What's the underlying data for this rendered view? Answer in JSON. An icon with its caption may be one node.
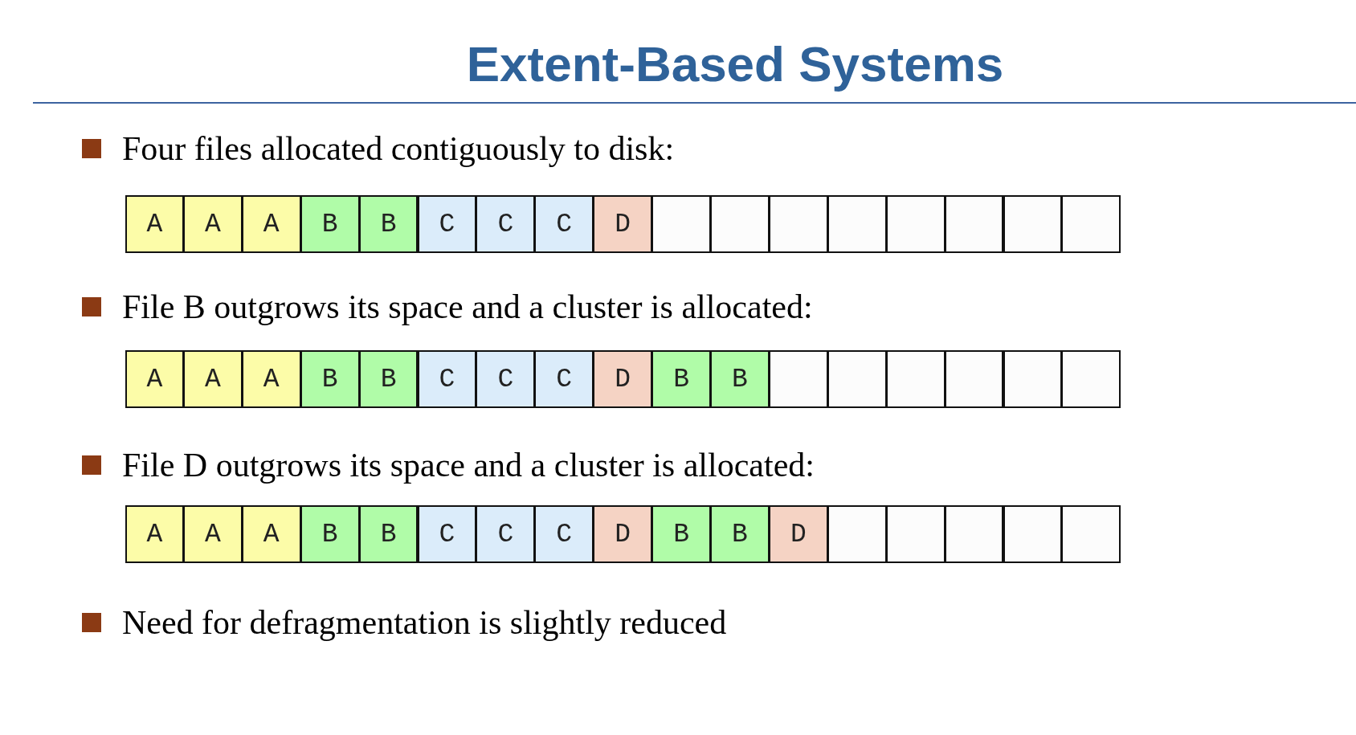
{
  "diagram": {
    "title": "Extent-Based Systems",
    "nodes": [
      {
        "text": [
          "A"
        ]
      },
      {
        "text": [
          "A"
        ]
      },
      {
        "text": [
          "A"
        ]
      },
      {
        "text": [
          "B"
        ]
      },
      {
        "text": [
          "B"
        ]
      },
      {
        "text": [
          "C"
        ]
      },
      {
        "text": [
          "C"
        ]
      },
      {
        "text": [
          "C"
        ]
      },
      {
        "text": [
          "D"
        ]
      },
      {
        "text": [],
        "shape": "box"
      },
      {
        "text": [],
        "shape": "box"
      },
      {
        "text": [],
        "shape": "box"
      },
      {
        "text": [],
        "shape": "box"
      },
      {
        "text": [],
        "shape": "box"
      },
      {
        "text": [],
        "shape": "box"
      },
      {
        "text": [],
        "shape": "box"
      },
      {
        "text": [],
        "shape": "box"
      },
      {
        "text": [
          "A"
        ]
      },
      {
        "text": [
          "A"
        ]
      },
      {
        "text": [
          "A"
        ]
      },
      {
        "text": [
          "B"
        ]
      },
      {
        "text": [
          "B"
        ]
      },
      {
        "text": [
          "C"
        ]
      },
      {
        "text": [
          "C"
        ]
      },
      {
        "text": [
          "C"
        ]
      },
      {
        "text": [
          "D"
        ]
      },
      {
        "text": [
          "B"
        ]
      },
      {
        "text": [
          "B"
        ]
      },
      {
        "text": [],
        "shape": "box"
      },
      {
        "text": [],
        "shape": "box"
      },
      {
        "text": [],
        "shape": "box"
      },
      {
        "text": [],
        "shape": "box"
      },
      {
        "text": [],
        "shape": "box"
      },
      {
        "text": [],
        "shape": "box"
      },
      {
        "text": [
          "A"
        ]
      },
      {
        "text": [
          "A"
        ]
      },
      {
        "text": [
          "A"
        ]
      },
      {
        "text": [
          "B"
        ]
      },
      {
        "text": [
          "B"
        ]
      },
      {
        "text": [
          "C"
        ]
      },
      {
        "text": [
          "C"
        ]
      },
      {
        "text": [
          "C"
        ]
      },
      {
        "text": [
          "D"
        ]
      },
      {
        "text": [
          "B"
        ]
      },
      {
        "text": [
          "B"
        ]
      },
      {
        "text": [
          "D"
        ]
      },
      {
        "text": [],
        "shape": "box"
      },
      {
        "text": [],
        "shape": "box"
      },
      {
        "text": [],
        "shape": "box"
      },
      {
        "text": [],
        "shape": "box"
      },
      {
        "text": [],
        "shape": "box"
      }
    ],
    "labels": [
      "Four files allocated contiguously to disk:",
      "File B outgrows its space and a cluster is allocated:",
      "File D outgrows its space and a cluster is allocated:",
      "Need for defragmentation is slightly reduced"
    ]
  }
}
